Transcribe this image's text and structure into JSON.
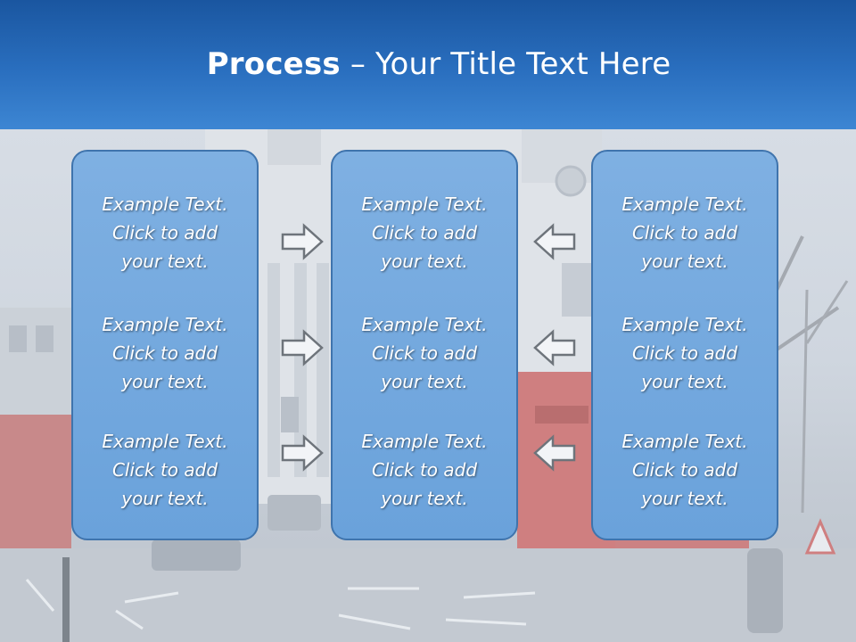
{
  "slide": {
    "title_bold": "Process",
    "title_rest": " – Your Title Text Here"
  },
  "panels": [
    {
      "name": "left",
      "items": [
        {
          "line1": "Example Text.",
          "line2": "Click  to add",
          "line3": "your text."
        },
        {
          "line1": "Example Text.",
          "line2": "Click  to add",
          "line3": "your text."
        },
        {
          "line1": "Example Text.",
          "line2": "Click  to add",
          "line3": "your text."
        }
      ]
    },
    {
      "name": "middle",
      "items": [
        {
          "line1": "Example Text.",
          "line2": "Click  to add",
          "line3": "your text."
        },
        {
          "line1": "Example Text.",
          "line2": "Click  to add",
          "line3": "your text."
        },
        {
          "line1": "Example Text.",
          "line2": "Click  to add",
          "line3": "your text."
        }
      ]
    },
    {
      "name": "right",
      "items": [
        {
          "line1": "Example Text.",
          "line2": "Click  to add",
          "line3": "your text."
        },
        {
          "line1": "Example Text.",
          "line2": "Click  to add",
          "line3": "your text."
        },
        {
          "line1": "Example Text.",
          "line2": "Click  to add",
          "line3": "your text."
        }
      ]
    }
  ],
  "arrows": {
    "left_group": "arrow-right-icon",
    "right_group": "arrow-left-icon"
  },
  "colors": {
    "title_bar": "#2a6fbf",
    "panel_fill": "#74a9df",
    "panel_border": "#3f74ad",
    "text": "#ffffff"
  }
}
